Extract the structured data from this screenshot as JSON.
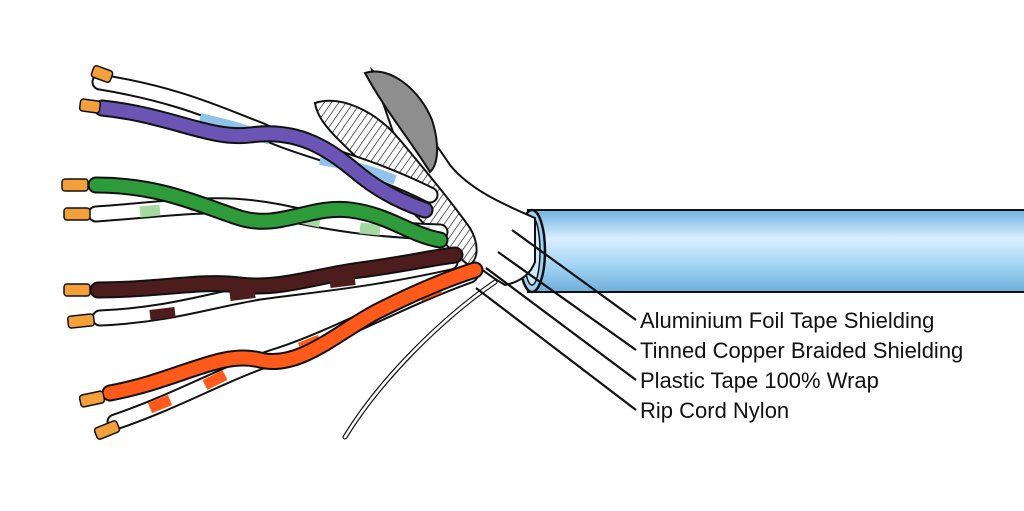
{
  "labels": [
    "Aluminium Foil Tape Shielding",
    "Tinned Copper Braided Shielding",
    "Plastic Tape 100% Wrap",
    "Rip Cord Nylon"
  ],
  "colors": {
    "jacket": "#8ec9ee",
    "jacket_highlight": "#d9efff",
    "copper_tip": "#f3a03a",
    "pair_blue": "#6a55b4",
    "pair_blue_stripe": "#8fc3ea",
    "pair_green": "#2e9b3a",
    "pair_green_stripe": "#a6d9a0",
    "pair_brown": "#4d1c1c",
    "pair_orange": "#ff5a1a",
    "foil": "#8e8e8e",
    "braid": "#d8d8d8",
    "outline": "#111111"
  }
}
